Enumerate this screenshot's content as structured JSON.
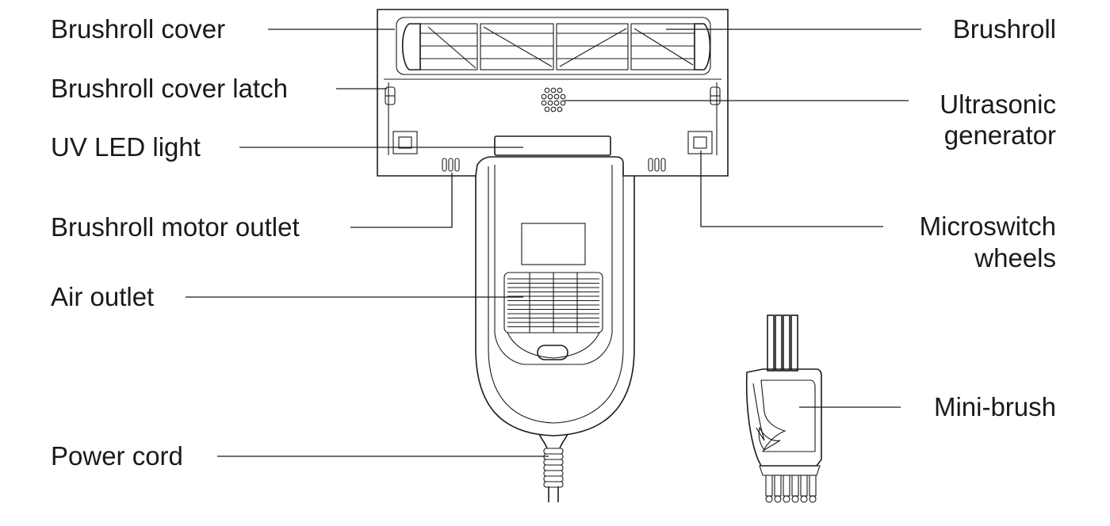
{
  "labels": {
    "brushroll_cover": "Brushroll cover",
    "brushroll_cover_latch": "Brushroll cover latch",
    "uv_led_light": "UV LED light",
    "brushroll_motor_outlet": "Brushroll motor outlet",
    "air_outlet": "Air outlet",
    "power_cord": "Power cord",
    "brushroll": "Brushroll",
    "ultrasonic_generator_line1": "Ultrasonic",
    "ultrasonic_generator_line2": "generator",
    "microswitch_wheels_line1": "Microswitch",
    "microswitch_wheels_line2": "wheels",
    "mini_brush": "Mini-brush"
  },
  "colors": {
    "line": "#1a1a1a",
    "background": "#ffffff"
  }
}
